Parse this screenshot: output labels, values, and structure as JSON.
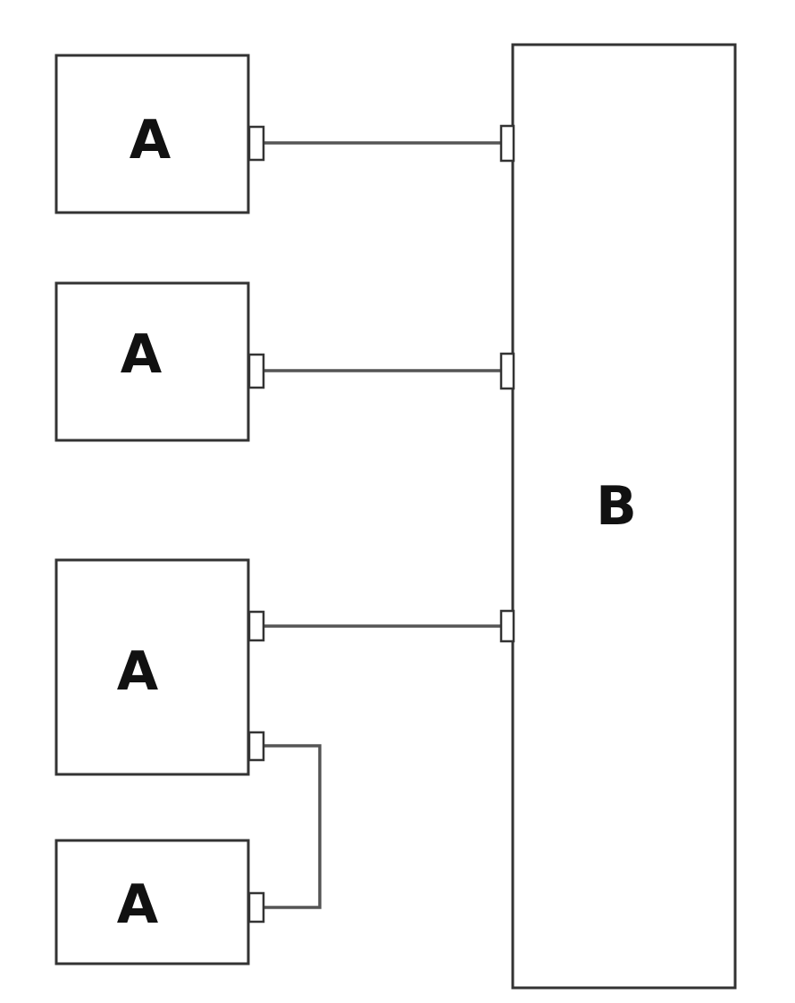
{
  "diagram": {
    "blocks": [
      {
        "id": "a1",
        "label": "A"
      },
      {
        "id": "a2",
        "label": "A"
      },
      {
        "id": "a3",
        "label": "A"
      },
      {
        "id": "a4",
        "label": "A"
      },
      {
        "id": "b",
        "label": "B"
      }
    ],
    "connections": [
      {
        "from": "a1",
        "to": "b"
      },
      {
        "from": "a2",
        "to": "b"
      },
      {
        "from": "a3",
        "to": "b"
      },
      {
        "from": "a3",
        "to": "a4"
      }
    ]
  }
}
